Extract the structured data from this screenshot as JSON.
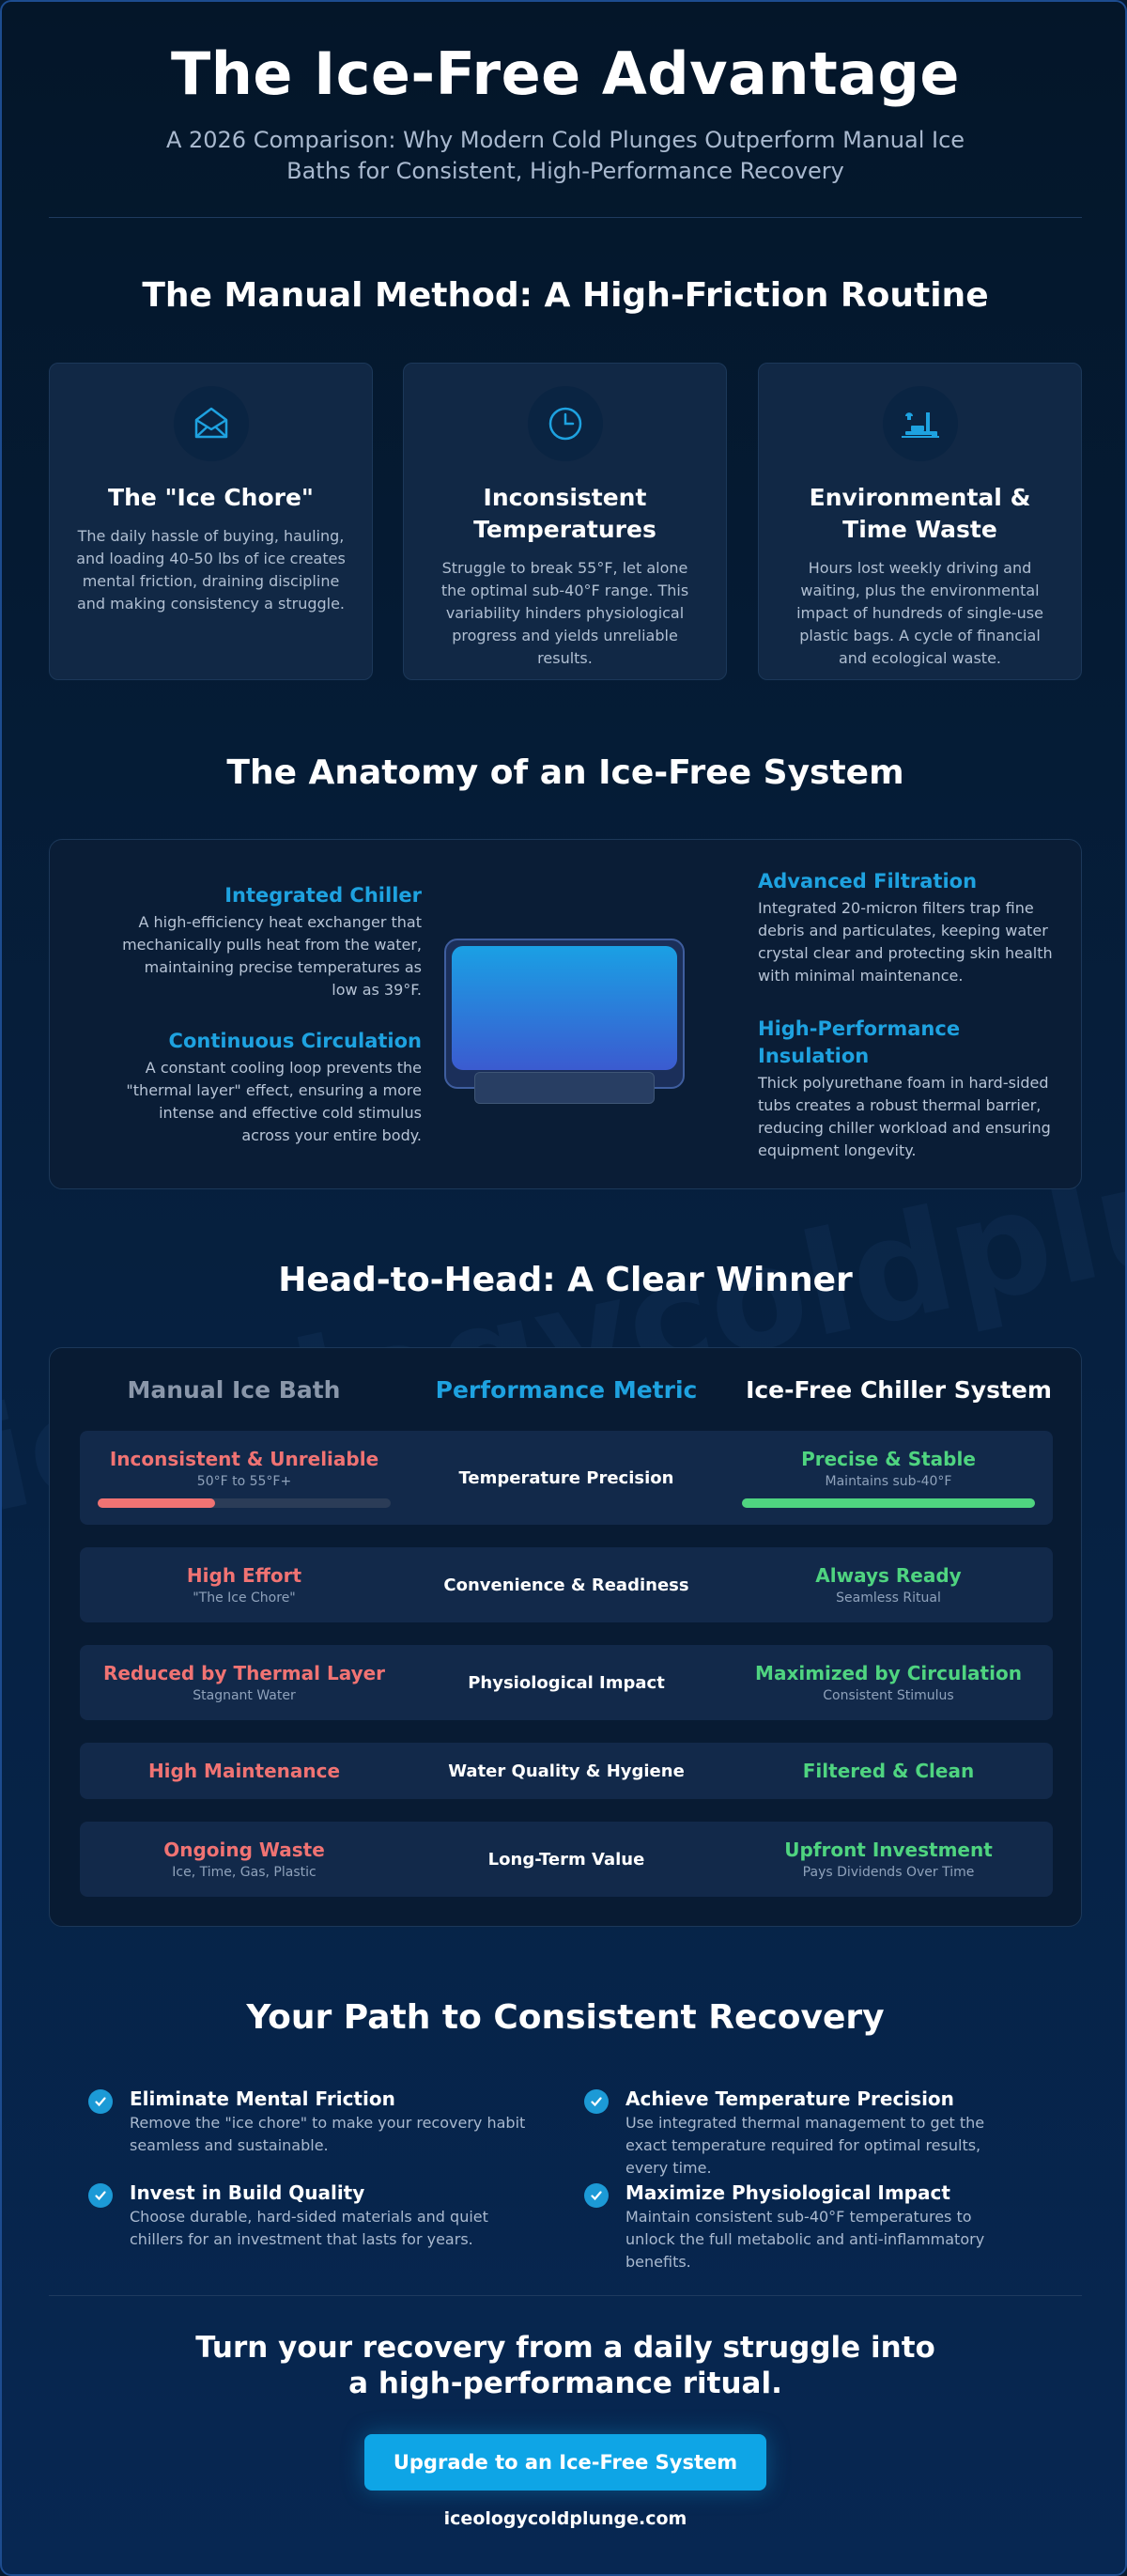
{
  "header": {
    "title": "The Ice-Free Advantage",
    "subtitle": "A 2026 Comparison: Why Modern Cold Plunges Outperform Manual Ice Baths for Consistent, High-Performance Recovery"
  },
  "manual": {
    "section_title": "The Manual Method: A High-Friction Routine",
    "cards": [
      {
        "icon": "ice-box-icon",
        "title": "The \"Ice Chore\"",
        "text": "The daily hassle of buying, hauling, and loading 40-50 lbs of ice creates mental friction, draining discipline and making consistency a struggle."
      },
      {
        "icon": "clock-icon",
        "title": "Inconsistent Temperatures",
        "text": "Struggle to break 55°F, let alone the optimal sub-40°F range. This variability hinders physiological progress and yields unreliable results."
      },
      {
        "icon": "environment-waste-icon",
        "title": "Environmental & Time Waste",
        "text": "Hours lost weekly driving and waiting, plus the environmental impact of hundreds of single-use plastic bags. A cycle of financial and ecological waste."
      }
    ]
  },
  "anatomy": {
    "section_title": "The Anatomy of an Ice-Free System",
    "features": [
      {
        "title": "Integrated Chiller",
        "text": "A high-efficiency heat exchanger that mechanically pulls heat from the water, maintaining precise temperatures as low as 39°F."
      },
      {
        "title": "Continuous Circulation",
        "text": "A constant cooling loop prevents the \"thermal layer\" effect, ensuring a more intense and effective cold stimulus across your entire body."
      },
      {
        "title": "Advanced Filtration",
        "text": "Integrated 20-micron filters trap fine debris and particulates, keeping water crystal clear and protecting skin health with minimal maintenance."
      },
      {
        "title": "High-Performance Insulation",
        "text": "Thick polyurethane foam in hard-sided tubs creates a robust thermal barrier, reducing chiller workload and ensuring equipment longevity."
      }
    ]
  },
  "comparison": {
    "section_title": "Head-to-Head: A Clear Winner",
    "headers": [
      "Manual Ice Bath",
      "Performance Metric",
      "Ice-Free Chiller System"
    ],
    "rows": [
      {
        "manual": "Inconsistent & Unreliable",
        "manual_sub": "50°F to 55°F+",
        "metric": "Temperature Precision",
        "chiller": "Precise & Stable",
        "chiller_sub": "Maintains sub-40°F",
        "manual_level": 0.4,
        "chiller_level": 1.0
      },
      {
        "manual": "High Effort",
        "manual_sub": "\"The Ice Chore\"",
        "metric": "Convenience & Readiness",
        "chiller": "Always Ready",
        "chiller_sub": "Seamless Ritual"
      },
      {
        "manual": "Reduced by Thermal Layer",
        "manual_sub": "Stagnant Water",
        "metric": "Physiological Impact",
        "chiller": "Maximized by Circulation",
        "chiller_sub": "Consistent Stimulus"
      },
      {
        "manual": "High Maintenance",
        "manual_sub": "",
        "metric": "Water Quality & Hygiene",
        "chiller": "Filtered & Clean",
        "chiller_sub": ""
      },
      {
        "manual": "Ongoing Waste",
        "manual_sub": "Ice, Time, Gas, Plastic",
        "metric": "Long-Term Value",
        "chiller": "Upfront Investment",
        "chiller_sub": "Pays Dividends Over Time"
      }
    ],
    "colors": {
      "manual_header": "#8a97aa",
      "metric_header": "#1ea2e0",
      "chiller_header": "#ffffff",
      "bad": "#f07373",
      "good": "#4fd480"
    }
  },
  "path": {
    "section_title": "Your Path to Consistent Recovery",
    "items": [
      {
        "title": "Eliminate Mental Friction",
        "text": "Remove the \"ice chore\" to make your recovery habit seamless and sustainable."
      },
      {
        "title": "Achieve Temperature Precision",
        "text": "Use integrated thermal management to get the exact temperature required for optimal results, every time."
      },
      {
        "title": "Invest in Build Quality",
        "text": "Choose durable, hard-sided materials and quiet chillers for an investment that lasts for years."
      },
      {
        "title": "Maximize Physiological Impact",
        "text": "Maintain consistent sub-40°F temperatures to unlock the full metabolic and anti-inflammatory benefits."
      }
    ]
  },
  "cta": {
    "line1": "Turn your recovery from a daily struggle into",
    "line2": "a high-performance ritual.",
    "button": "Upgrade to an Ice-Free System",
    "site": "iceologycoldplunge.com"
  },
  "watermark": "iceologycoldplunge"
}
